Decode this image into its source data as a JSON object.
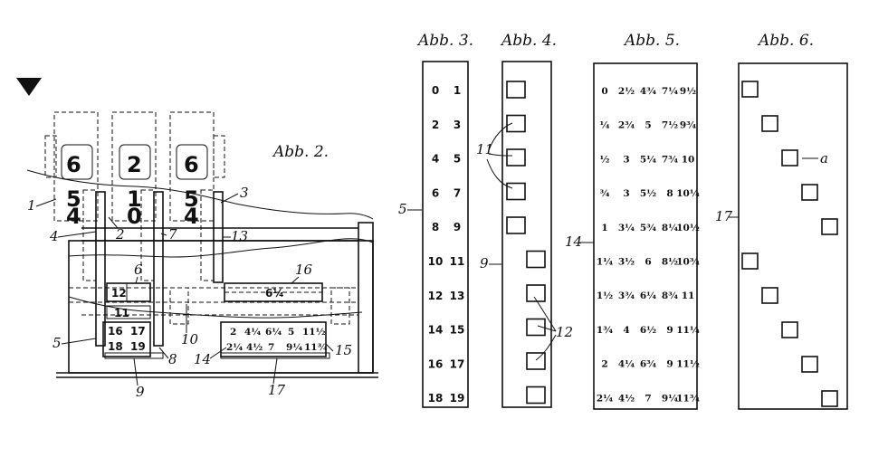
{
  "captions": {
    "abb2": "Abb. 2.",
    "abb3": "Abb. 3.",
    "abb4": "Abb. 4.",
    "abb5": "Abb. 5.",
    "abb6": "Abb. 6."
  },
  "abb2": {
    "digits_top": [
      "6",
      "2",
      "6"
    ],
    "digits_mid": [
      "5",
      "1",
      "5"
    ],
    "digits_low": [
      "4",
      "0",
      "4"
    ],
    "window_left": "12",
    "window_right": "6¼",
    "mid_box": "11",
    "slide_left_row1": [
      "16",
      "17"
    ],
    "slide_left_row2": [
      "18",
      "19"
    ],
    "slide_right_row1": [
      "2",
      "4¼",
      "6¼",
      "5",
      "11½"
    ],
    "slide_right_row2": [
      "2¼",
      "4½",
      "7",
      "9¼",
      "11¾"
    ],
    "labels": {
      "l1": "1",
      "l2": "2",
      "l3": "3",
      "l4": "4",
      "l5": "5",
      "l6": "6",
      "l7": "7",
      "l8": "8",
      "l9": "9",
      "l10": "10",
      "l13": "13",
      "l14": "14",
      "l15": "15",
      "l16": "16",
      "l17": "17"
    }
  },
  "abb3": {
    "label": "5",
    "rows": [
      [
        "0",
        "1"
      ],
      [
        "2",
        "3"
      ],
      [
        "4",
        "5"
      ],
      [
        "6",
        "7"
      ],
      [
        "8",
        "9"
      ],
      [
        "10",
        "11"
      ],
      [
        "12",
        "13"
      ],
      [
        "14",
        "15"
      ],
      [
        "16",
        "17"
      ],
      [
        "18",
        "19"
      ]
    ]
  },
  "abb4": {
    "labels": {
      "l9": "9",
      "l11": "11",
      "l12": "12"
    }
  },
  "abb5": {
    "label": "14",
    "rows": [
      [
        "0",
        "2½",
        "4¾",
        "7¼",
        "9½"
      ],
      [
        "¼",
        "2¾",
        "5",
        "7½",
        "9¾"
      ],
      [
        "½",
        "3",
        "5¼",
        "7¾",
        "10"
      ],
      [
        "¾",
        "3",
        "5½",
        "8",
        "10¼"
      ],
      [
        "1",
        "3¼",
        "5¾",
        "8¼",
        "10½"
      ],
      [
        "1¼",
        "3½",
        "6",
        "8½",
        "10¾"
      ],
      [
        "1½",
        "3¾",
        "6¼",
        "8¾",
        "11"
      ],
      [
        "1¾",
        "4",
        "6½",
        "9",
        "11¼"
      ],
      [
        "2",
        "4¼",
        "6¾",
        "9",
        "11½"
      ],
      [
        "2¼",
        "4½",
        "7",
        "9¼",
        "11¾"
      ]
    ]
  },
  "abb6": {
    "labels": {
      "l17": "17",
      "la": "a"
    }
  }
}
